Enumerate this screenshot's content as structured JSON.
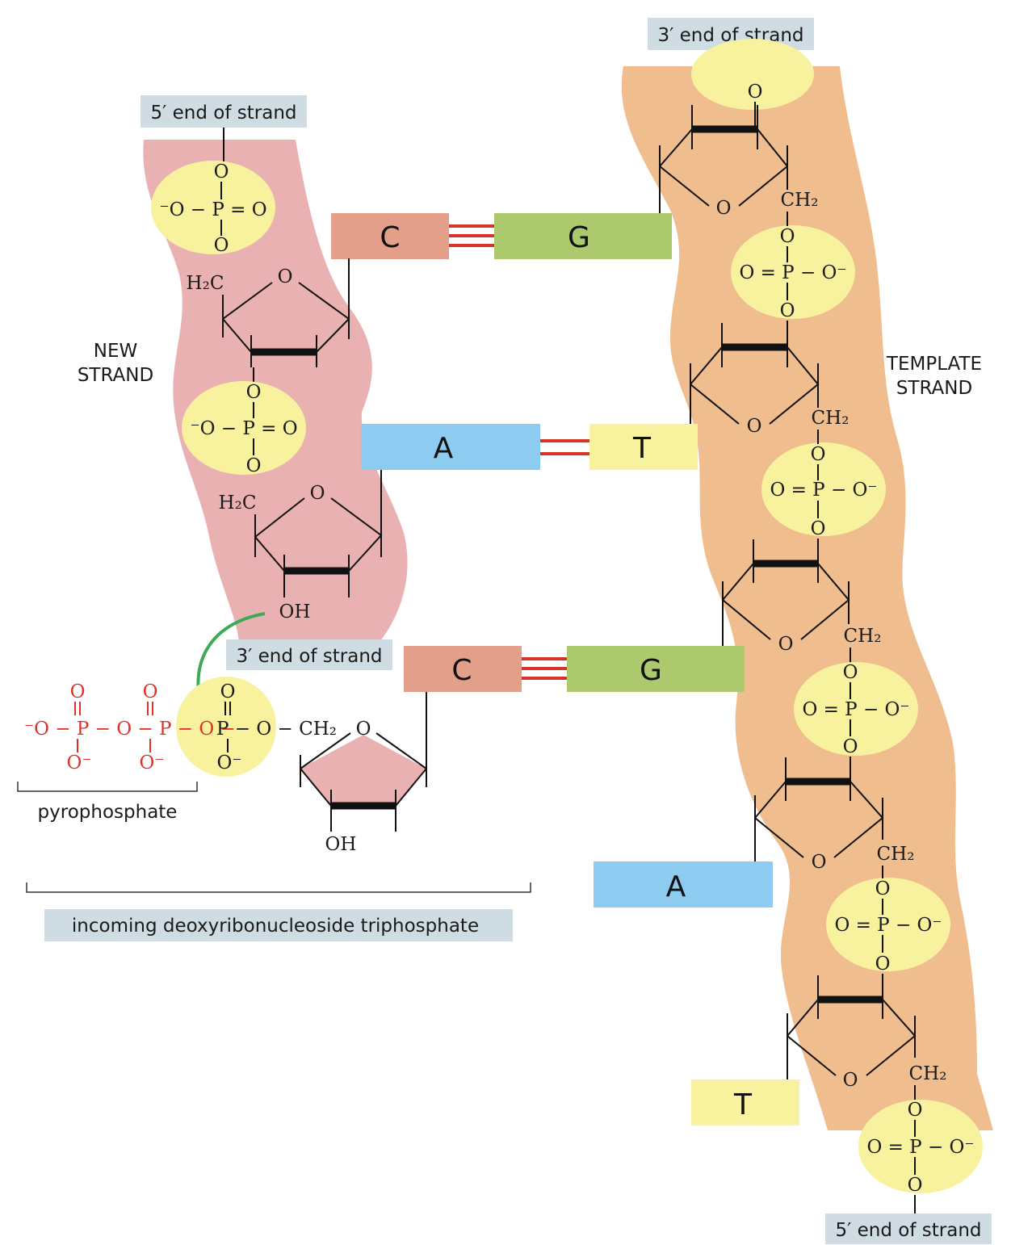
{
  "labels": {
    "new_strand_line1": "NEW",
    "new_strand_line2": "STRAND",
    "template_strand_line1": "TEMPLATE",
    "template_strand_line2": "STRAND",
    "new_5_end": "5′ end of strand",
    "new_3_end": "3′ end of strand",
    "template_3_end": "3′ end of strand",
    "template_5_end": "5′ end of strand",
    "pyrophosphate": "pyrophosphate",
    "incoming": "incoming deoxyribonucleoside triphosphate"
  },
  "bases": {
    "c1": "C",
    "g1": "G",
    "a1": "A",
    "t1": "T",
    "c2": "C",
    "g2": "G",
    "a2": "A",
    "t2": "T"
  },
  "chem": {
    "O": "O",
    "P": "P",
    "OH": "OH",
    "phos_left": "⁻O − P = O",
    "phos_right": "O = P − O⁻",
    "h2c": "H₂C",
    "ch2": "CH₂",
    "o_minus": "O⁻",
    "pyro_chain": "⁻O − P − O − P − O − P − O − CH₂"
  },
  "colors": {
    "new_strand_bg": "#e9b1b1",
    "template_strand_bg": "#efbd8e",
    "phosphate": "#f8f29e",
    "label_box": "#cfdce3",
    "base_C": "#e49f8a",
    "base_G": "#acc96d",
    "base_A": "#8dcbf0",
    "base_T": "#f8f29e",
    "hbond": "#d9342b",
    "arrow": "#3faa55",
    "pyro": "#e0302c"
  }
}
